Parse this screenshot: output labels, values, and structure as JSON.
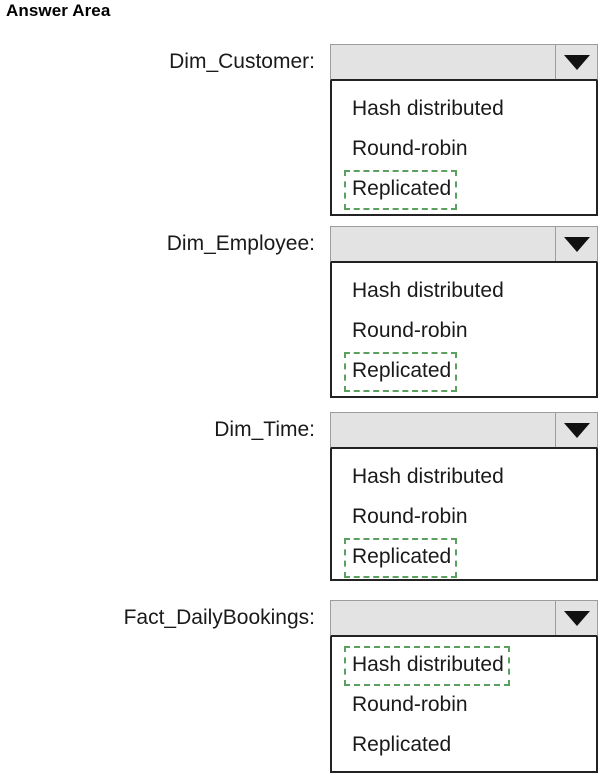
{
  "page": {
    "title": "Answer Area"
  },
  "options": {
    "hash": "Hash distributed",
    "round_robin": "Round-robin",
    "replicated": "Replicated"
  },
  "highlight_color": "#5aa05f",
  "rows": [
    {
      "label": "Dim_Customer:",
      "selected_value": "",
      "dropdown_icon": "chevron-down-icon",
      "options": [
        "Hash distributed",
        "Round-robin",
        "Replicated"
      ],
      "highlighted": "Replicated"
    },
    {
      "label": "Dim_Employee:",
      "selected_value": "",
      "dropdown_icon": "chevron-down-icon",
      "options": [
        "Hash distributed",
        "Round-robin",
        "Replicated"
      ],
      "highlighted": "Replicated"
    },
    {
      "label": "Dim_Time:",
      "selected_value": "",
      "dropdown_icon": "chevron-down-icon",
      "options": [
        "Hash distributed",
        "Round-robin",
        "Replicated"
      ],
      "highlighted": "Replicated"
    },
    {
      "label": "Fact_DailyBookings:",
      "selected_value": "",
      "dropdown_icon": "chevron-down-icon",
      "options": [
        "Hash distributed",
        "Round-robin",
        "Replicated"
      ],
      "highlighted": "Hash distributed"
    }
  ],
  "layout": {
    "row_tops": [
      0,
      182,
      368,
      556
    ],
    "list_heights": [
      135,
      135,
      132,
      136
    ]
  }
}
